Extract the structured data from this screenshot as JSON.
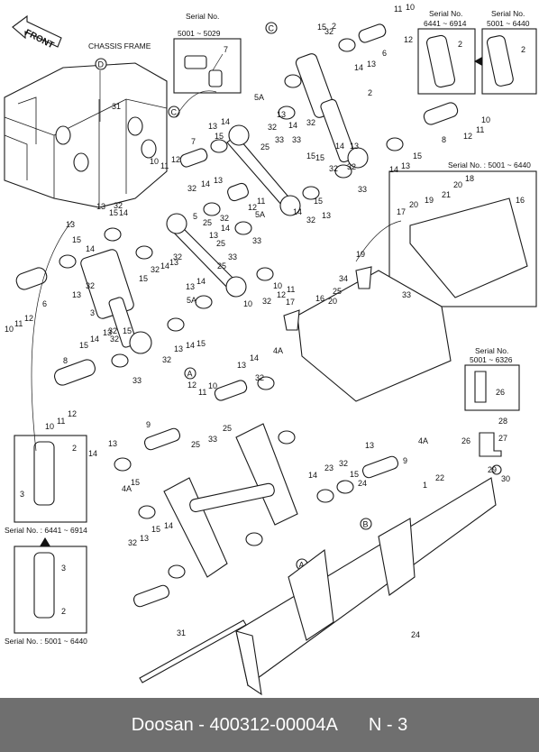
{
  "footer": {
    "part_text": "Doosan - 400312-00004A",
    "page_text": "N - 3"
  },
  "labels": {
    "front": "FRONT",
    "chassis_frame": "CHASSIS FRAME"
  },
  "serial_labels": {
    "s5001_5029": [
      "Serial No.",
      "5001 ~ 5029"
    ],
    "s6441_6914_top": [
      "Serial No.",
      "6441 ~ 6914"
    ],
    "s5001_6440_top": [
      "Serial No.",
      "5001 ~ 6440"
    ],
    "s5001_6440_right": "Serial No. : 5001 ~ 6440",
    "s5001_6326": [
      "Serial No.",
      "5001 ~ 6326"
    ],
    "s6441_6914_left": "Serial No. : 6441 ~ 6914",
    "s5001_6440_left": "Serial No. : 5001 ~ 6440"
  },
  "markers": {
    "A": "A",
    "B": "B",
    "C": "C",
    "D": "D"
  },
  "callouts": {
    "main_left": [
      "13",
      "15",
      "32",
      "14",
      "13",
      "15",
      "14",
      "13",
      "32",
      "3",
      "6",
      "10",
      "11",
      "12",
      "8",
      "10",
      "11",
      "12",
      "15",
      "14",
      "13",
      "32",
      "15",
      "33",
      "14",
      "13",
      "4A",
      "15",
      "32",
      "13",
      "15",
      "14",
      "32"
    ],
    "main_middle": [
      "7",
      "11",
      "10",
      "12",
      "32",
      "14",
      "13",
      "25",
      "5",
      "32",
      "14",
      "13",
      "25",
      "15",
      "32",
      "14",
      "13",
      "13",
      "14",
      "25",
      "33",
      "32",
      "5A",
      "12",
      "11",
      "10",
      "5A",
      "13",
      "14",
      "32",
      "15",
      "33",
      "4A",
      "9",
      "25",
      "10",
      "12",
      "11",
      "25",
      "33",
      "13",
      "14",
      "32"
    ],
    "main_right": [
      "5A",
      "13",
      "14",
      "32",
      "33",
      "15",
      "25",
      "15",
      "13",
      "14",
      "32",
      "33",
      "2",
      "8",
      "12",
      "11",
      "10",
      "15",
      "13",
      "14",
      "32",
      "33",
      "13",
      "14",
      "15",
      "32",
      "32",
      "14",
      "13",
      "15",
      "32",
      "12",
      "11",
      "10",
      "16",
      "17",
      "20",
      "19",
      "34",
      "25",
      "33",
      "9",
      "4A",
      "13",
      "14",
      "32",
      "15",
      "24",
      "23",
      "1",
      "22",
      "24",
      "31"
    ],
    "top_right": [
      "11",
      "10",
      "12",
      "6",
      "32",
      "15",
      "14",
      "13",
      "2"
    ],
    "inset_right": [
      "17",
      "20",
      "19",
      "21",
      "20",
      "18",
      "16"
    ],
    "inset_26": [
      "26",
      "28",
      "26",
      "27",
      "29",
      "30"
    ],
    "inset_top": [
      "7",
      "2",
      "2"
    ],
    "inset_left": [
      "3",
      "2",
      "3",
      "2"
    ],
    "chassis": [
      "31"
    ]
  }
}
